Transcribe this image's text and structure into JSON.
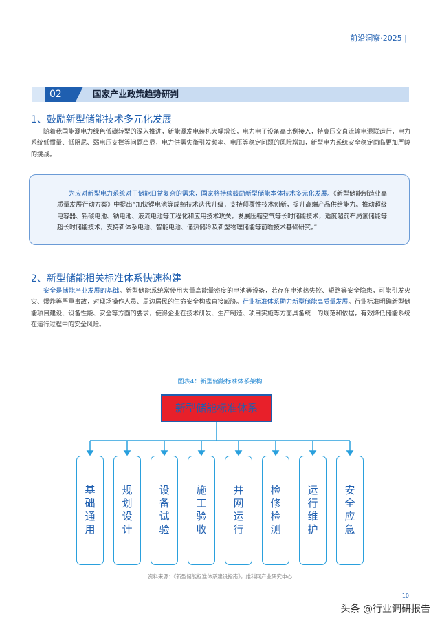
{
  "header": {
    "brand": "前沿洞察·2025 |"
  },
  "section": {
    "number": "02",
    "title": "国家产业政策趋势研判"
  },
  "sub1": {
    "heading": "1、鼓励新型储能技术多元化发展",
    "paragraph": "随着我国能源电力绿色低碳转型的深入推进，新能源发电装机大幅增长，电力电子设备高比例接入，特高压交直流输电混联运行，电力系统低惯量、低阻尼、弱电压支撑等问题凸显，电力供需失衡引发频率、电压等稳定问题的风险增加，新型电力系统安全稳定面临更加严峻的挑战。"
  },
  "callout": {
    "highlight": "为应对新型电力系统对于储能日益复杂的需求，国家将持续鼓励新型储能本体技术多元化发展。",
    "body": "《新型储能制造业高质量发展行动方案》中提出“加快锂电池等成熟技术迭代升级，支持颠覆性技术创新，提升高端产品供给能力。推动超级电容器、铅碳电池、钠电池、液流电池等工程化和应用技术攻关。发展压缩空气等长时储能技术，适度超前布局氢储能等超长时储能技术，支持新体系电池、智能电池、储热储冷及新型物理储能等前瞻技术基础研究。”"
  },
  "sub2": {
    "heading": "2、新型储能相关标准体系快速构建",
    "lead": "安全是储能产业发展的基础",
    "p1": "。新型储能系统常使用大量高能量密度的电池等设备，若存在电池热失控、短路等安全隐患，可能引发火灾、爆炸等严重事故，对现场操作人员、周边居民的生命安全构成直接威胁。",
    "highlight": "行业标准体系助力新型储能高质量发展",
    "p2": "。行业标准明确新型储能项目建设、设备性能、安全等方面的要求，使得企业在技术研发、生产制造、项目实施等方面具备统一的规范和依据，有效降低储能系统在运行过程中的安全风险。"
  },
  "figure": {
    "title": "图表4：新型储能标准体系架构",
    "root": "新型储能标准体系",
    "children": [
      "基础通用",
      "规划设计",
      "设备试验",
      "施工验收",
      "并网运行",
      "检修检测",
      "运行维护",
      "安全应急"
    ],
    "source": "资料来源：《新型储能标准体系建设指南》，维科网产业研究中心"
  },
  "footer": {
    "page": "10",
    "watermark": "头条 @行业调研报告"
  }
}
